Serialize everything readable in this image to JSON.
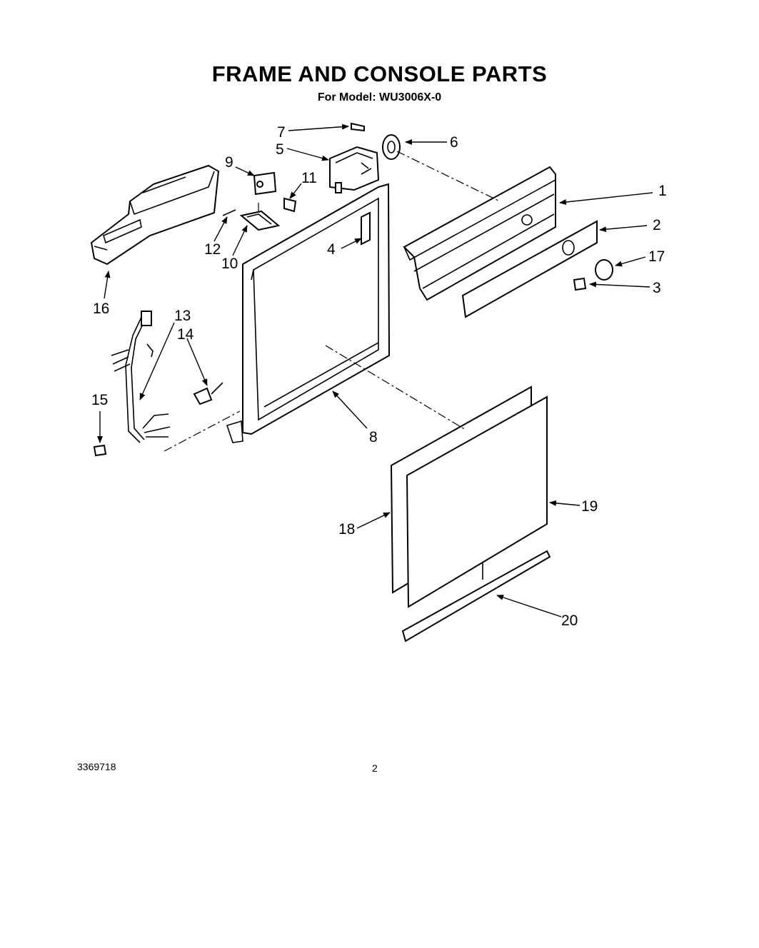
{
  "header": {
    "title": "FRAME AND CONSOLE PARTS",
    "subtitle": "For Model: WU3006X-0"
  },
  "footer": {
    "document_number": "3369718",
    "page_number": "2"
  },
  "callouts": [
    "1",
    "2",
    "3",
    "4",
    "5",
    "6",
    "7",
    "8",
    "9",
    "10",
    "11",
    "12",
    "13",
    "14",
    "15",
    "16",
    "17",
    "18",
    "19",
    "20"
  ]
}
